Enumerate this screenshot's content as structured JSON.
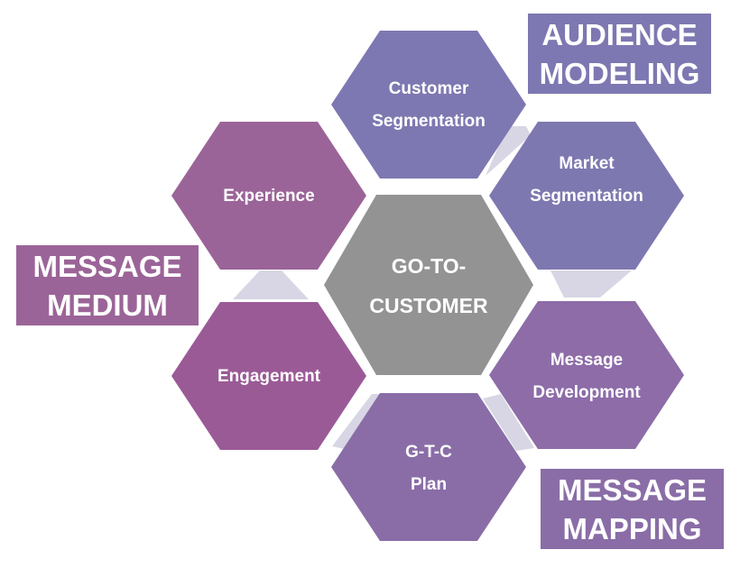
{
  "center": {
    "line1": "GO-TO-",
    "line2": "CUSTOMER",
    "color": "#939393"
  },
  "hexagons": [
    {
      "id": "customer-segmentation",
      "line1": "Customer",
      "line2": "Segmentation",
      "color": "#7d78b1"
    },
    {
      "id": "market-segmentation",
      "line1": "Market",
      "line2": "Segmentation",
      "color": "#7e78b0"
    },
    {
      "id": "message-development",
      "line1": "Message",
      "line2": "Development",
      "color": "#8d6ca8"
    },
    {
      "id": "gtc-plan",
      "line1": "G-T-C",
      "line2": "Plan",
      "color": "#8a6da7"
    },
    {
      "id": "engagement",
      "line1": "Engagement",
      "line2": "",
      "color": "#9a5a96"
    },
    {
      "id": "experience",
      "line1": "Experience",
      "line2": "",
      "color": "#9b6498"
    }
  ],
  "labels": {
    "audience": {
      "line1": "AUDIENCE",
      "line2": "MODELING",
      "color": "#7d78b1"
    },
    "medium": {
      "line1": "MESSAGE",
      "line2": "MEDIUM",
      "color": "#9b6498"
    },
    "mapping": {
      "line1": "MESSAGE",
      "line2": "MAPPING",
      "color": "#8a6da7"
    }
  },
  "connector_color": "#d8d6e4"
}
